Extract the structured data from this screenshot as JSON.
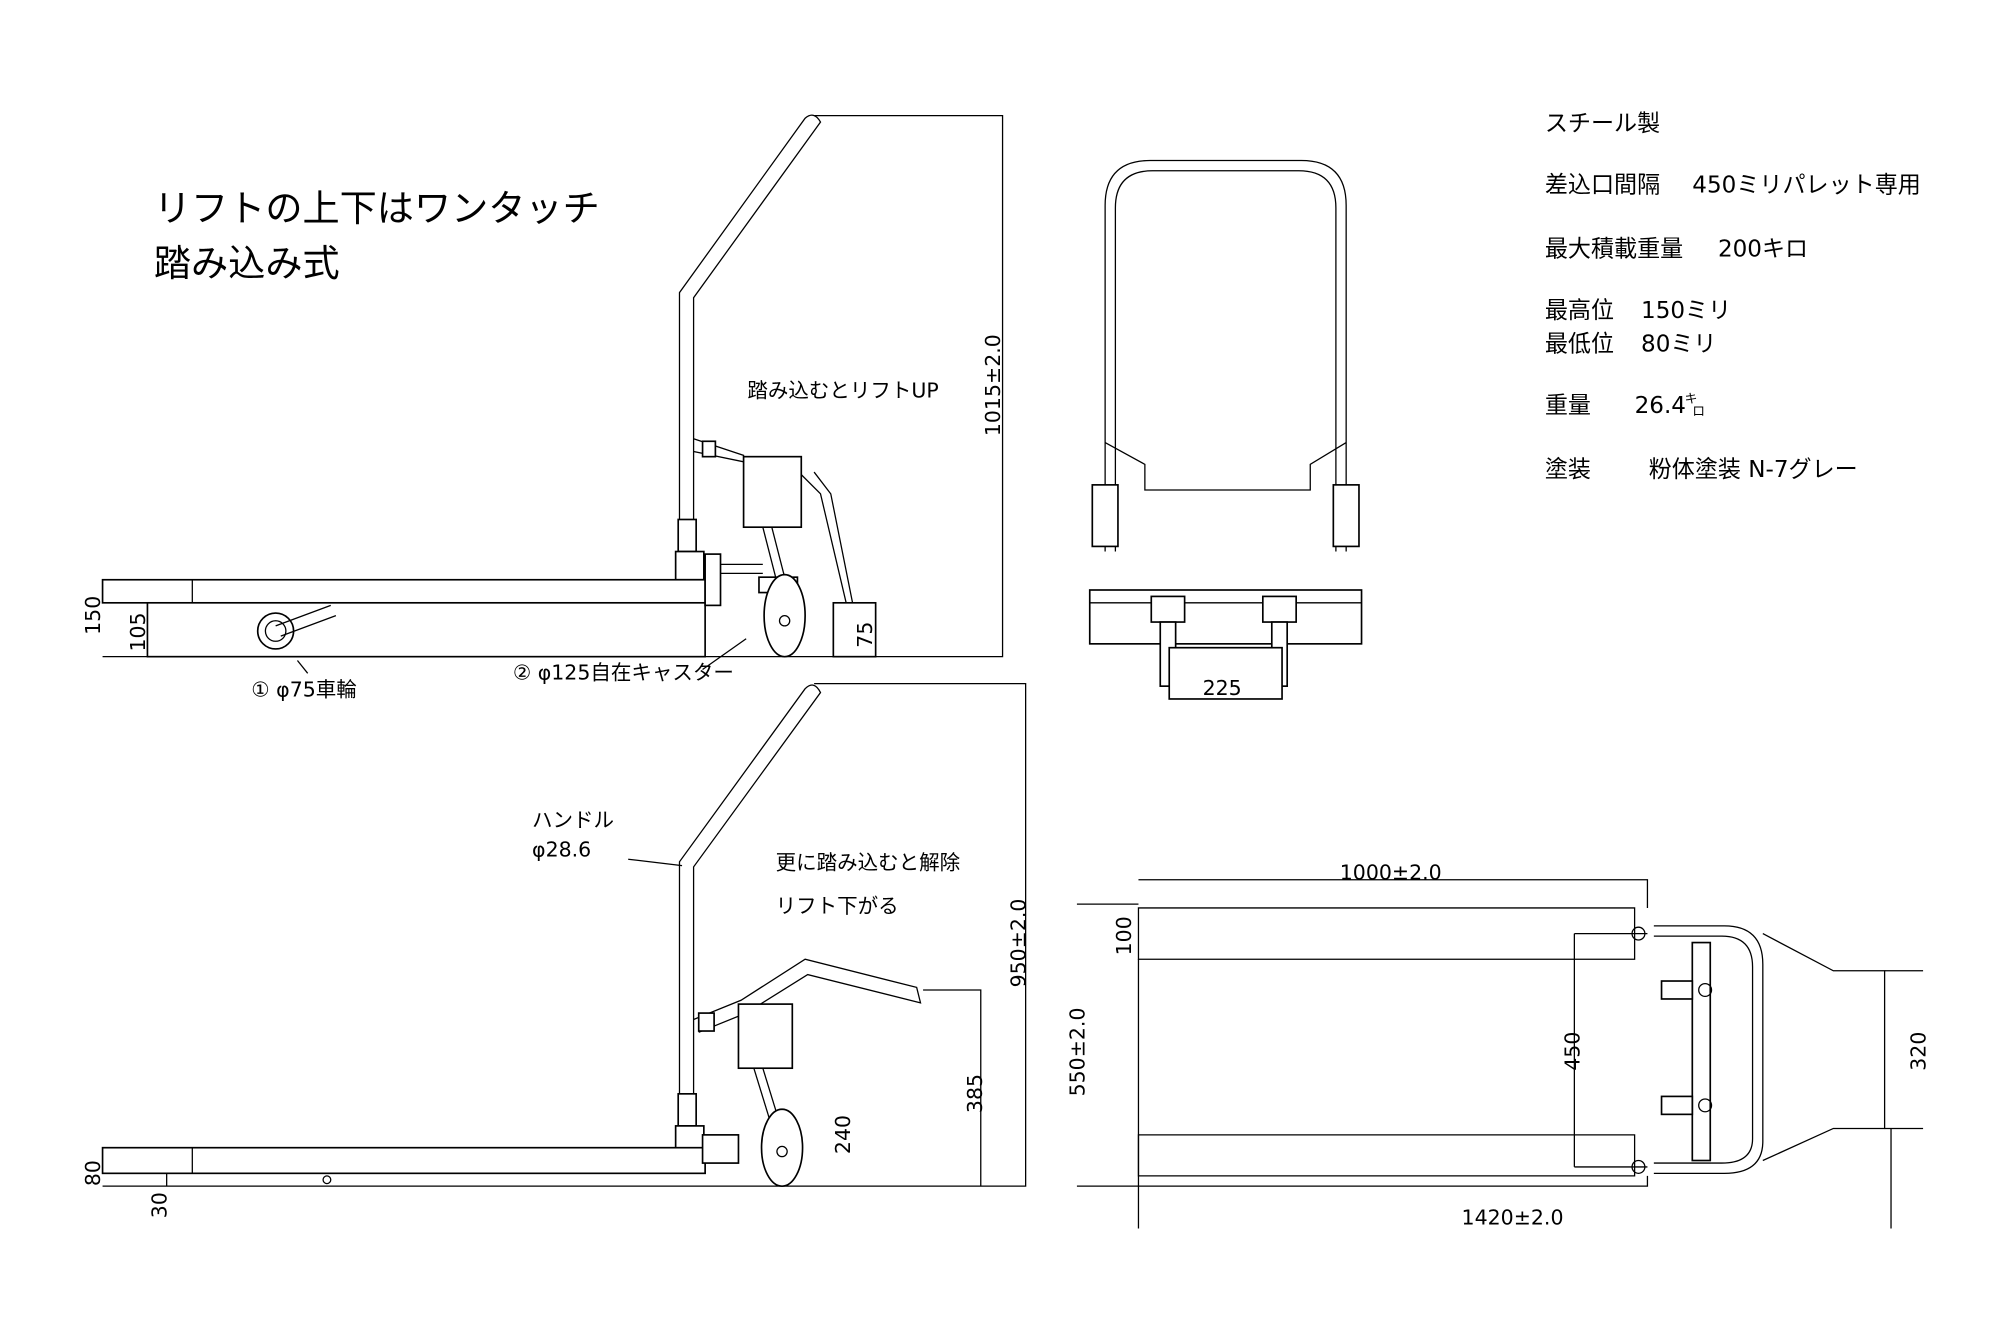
{
  "title": {
    "line1": "リフトの上下はワンタッチ",
    "line2": "踏み込み式"
  },
  "specs": [
    {
      "label": "スチール製",
      "value": ""
    },
    {
      "label": "差込口間隔",
      "value": "450ミリパレット専用"
    },
    {
      "label": "最大積載重量",
      "value": "200キロ"
    },
    {
      "label": "最高位",
      "value": "150ミリ"
    },
    {
      "label": "最低位",
      "value": "80ミリ"
    },
    {
      "label": "重量",
      "value": "26.4",
      "unit_top": "キ",
      "unit_bottom": "ロ"
    },
    {
      "label": "塗装",
      "value": "粉体塗装  N-7グレー"
    }
  ],
  "side_up": {
    "note": "踏み込むとリフトUP",
    "dim_height": "1015±2.0",
    "dim_150": "150",
    "dim_105": "105",
    "dim_75": "75",
    "wheel_label": "① φ75車輪",
    "caster_label": "② φ125自在キャスター"
  },
  "side_down": {
    "handle_label": "ハンドル",
    "handle_dia": "φ28.6",
    "note1": "更に踏み込むと解除",
    "note2": "リフト下がる",
    "dim_height": "950±2.0",
    "dim_385": "385",
    "dim_240": "240",
    "dim_80": "80",
    "dim_30": "30"
  },
  "front": {
    "dim_225": "225"
  },
  "top": {
    "dim_length_fork": "1000±2.0",
    "dim_length_total": "1420±2.0",
    "dim_width": "550±2.0",
    "dim_100": "100",
    "dim_450": "450",
    "dim_320": "320"
  }
}
